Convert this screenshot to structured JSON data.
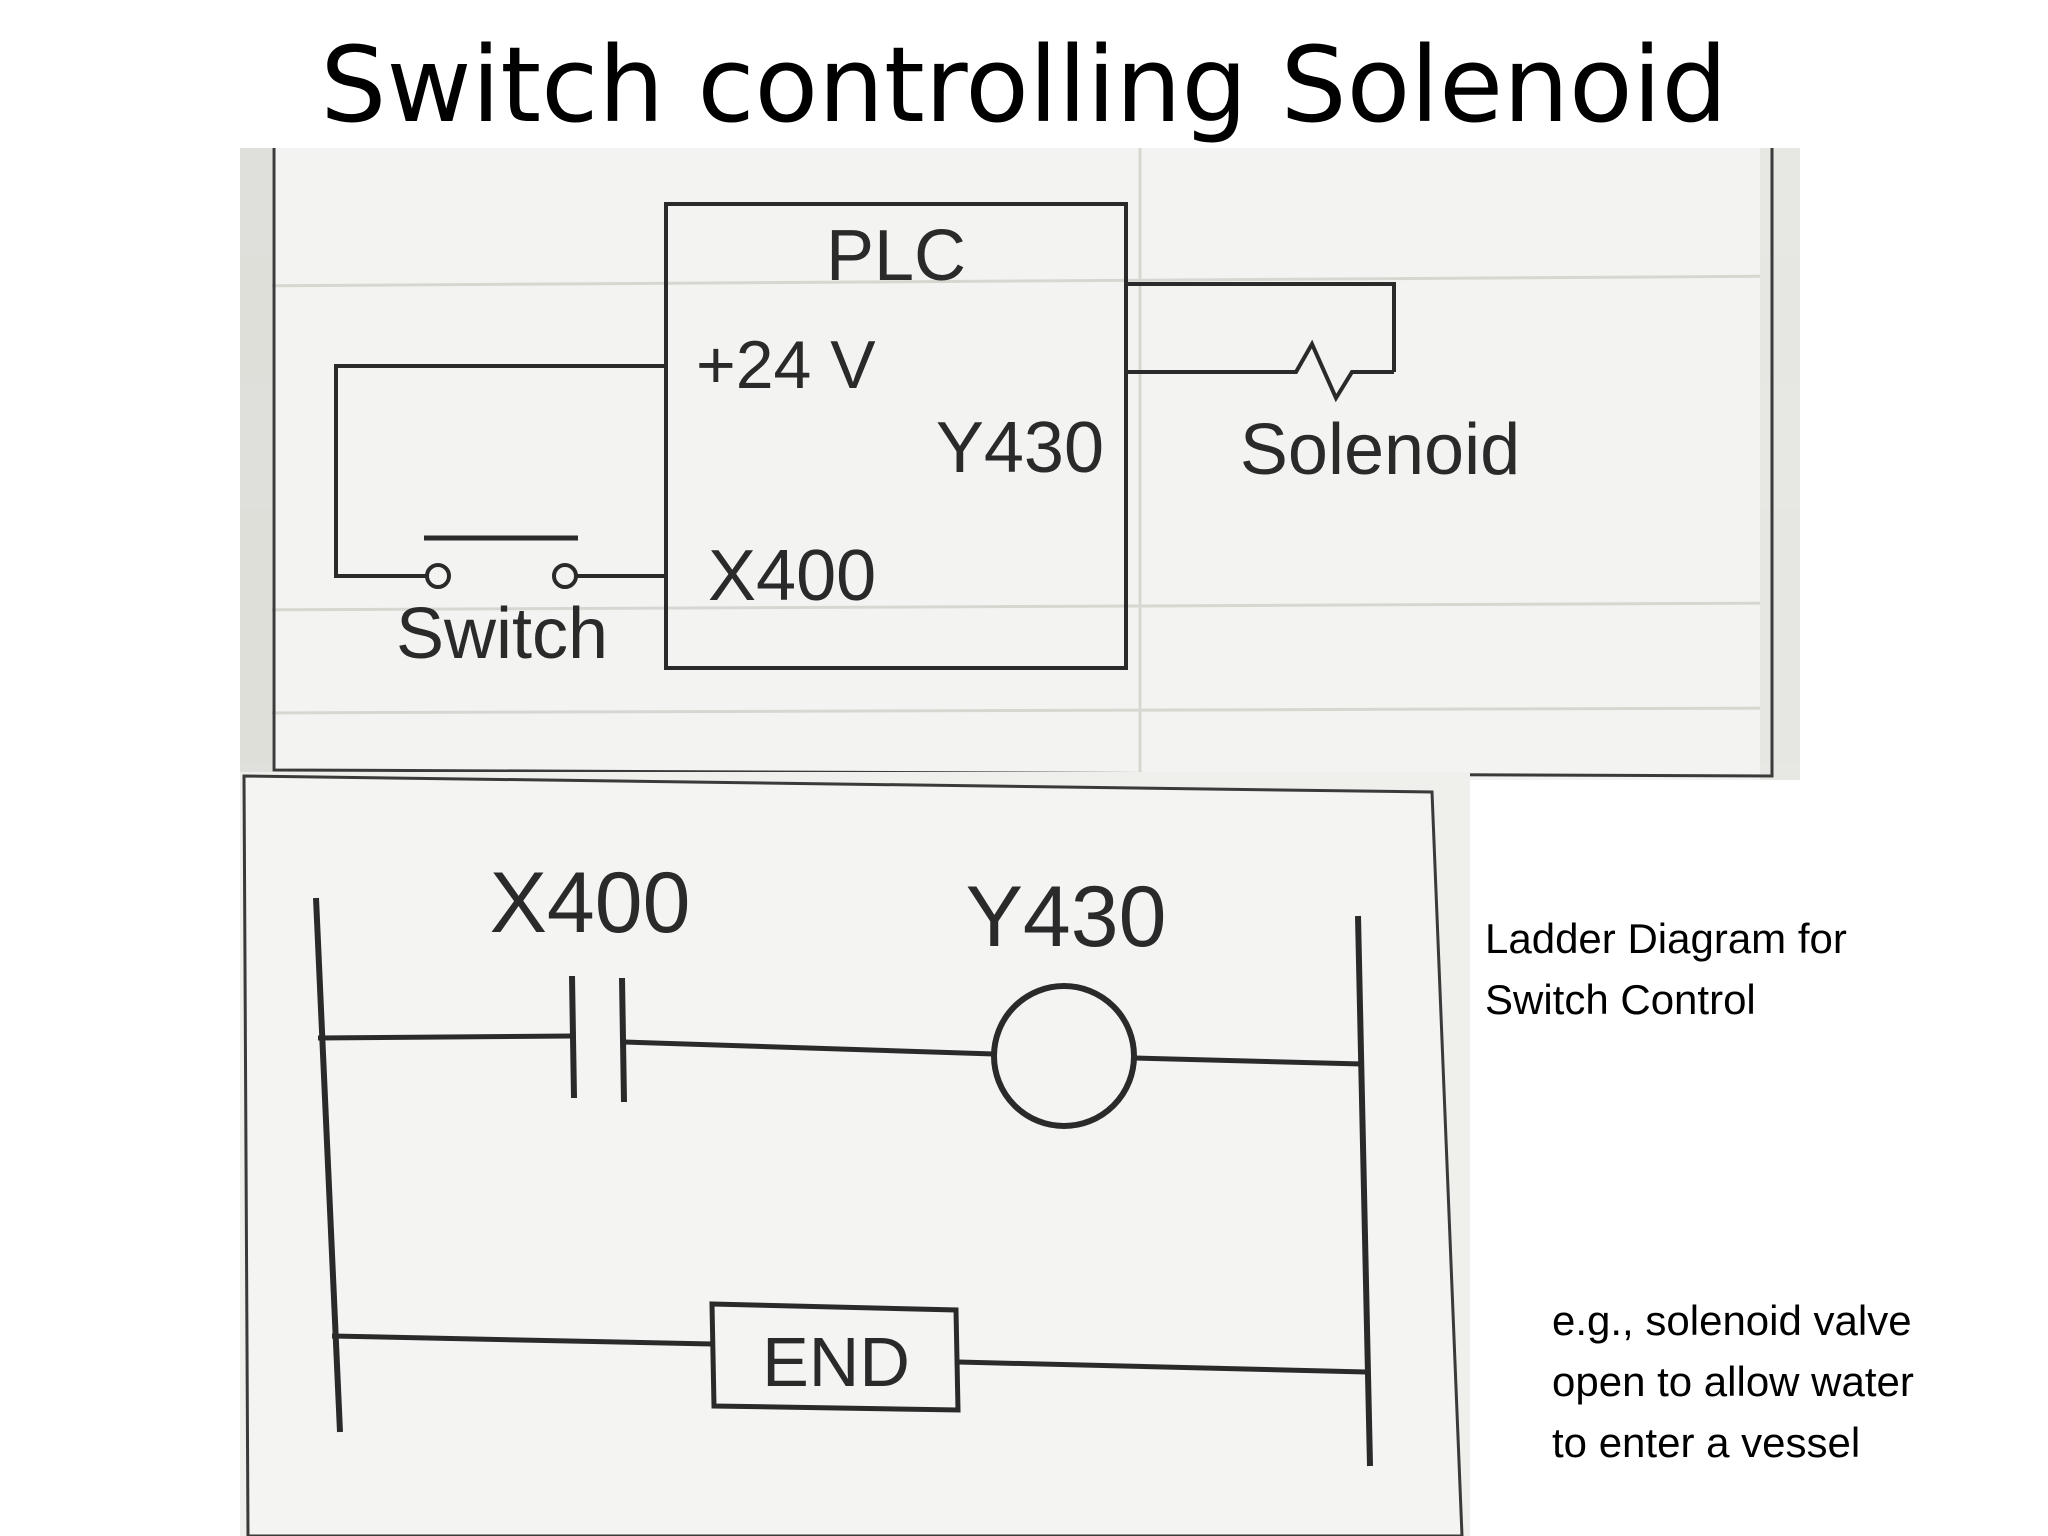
{
  "slide": {
    "title": "Switch controlling Solenoid"
  },
  "wiring_diagram": {
    "plc_label": "PLC",
    "supply_label": "+24 V",
    "output_label": "Y430",
    "input_label": "X400",
    "solenoid_label": "Solenoid",
    "switch_label": "Switch"
  },
  "ladder_diagram": {
    "contact_label": "X400",
    "coil_label": "Y430",
    "end_label": "END"
  },
  "notes": {
    "ladder_caption": "Ladder Diagram for\nSwitch Control",
    "example": "e.g., solenoid valve\nopen to allow water\nto enter a vessel"
  },
  "colors": {
    "background": "#ffffff",
    "line": "#2a2a2a",
    "paper": "#f3f3f1"
  }
}
